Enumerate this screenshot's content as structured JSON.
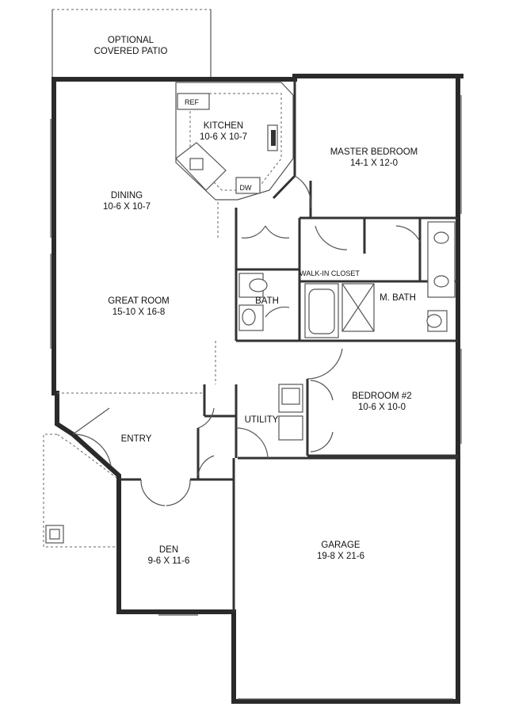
{
  "rooms": {
    "patio": {
      "line1": "OPTIONAL",
      "line2": "COVERED PATIO"
    },
    "kitchen": {
      "name": "KITCHEN",
      "dims": "10-6 X 10-7"
    },
    "ref": "REF",
    "dw": "DW",
    "dining": {
      "name": "DINING",
      "dims": "10-6 X 10-7"
    },
    "great_room": {
      "name": "GREAT ROOM",
      "dims": "15-10 X 16-8"
    },
    "master_bedroom": {
      "name": "MASTER BEDROOM",
      "dims": "14-1 X 12-0"
    },
    "walk_in_closet": "WALK-IN CLOSET",
    "bath": "BATH",
    "m_bath": "M. BATH",
    "bedroom2": {
      "name": "BEDROOM #2",
      "dims": "10-6 X 10-0"
    },
    "utility": "UTILITY",
    "entry": "ENTRY",
    "den": {
      "name": "DEN",
      "dims": "9-6 X 11-6"
    },
    "garage": {
      "name": "GARAGE",
      "dims": "19-8 X 21-6"
    }
  }
}
